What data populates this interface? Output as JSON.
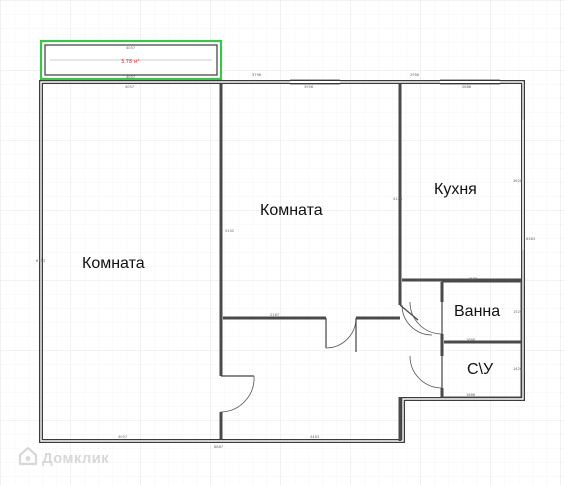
{
  "rooms": {
    "room_large": "Комната",
    "room_middle": "Комната",
    "kitchen": "Кухня",
    "bath": "Ванна",
    "wc": "С\\У"
  },
  "balcony": {
    "area": "3.78 м²"
  },
  "watermark": {
    "text": "Домклик",
    "icon": "house-logo-icon"
  },
  "colors": {
    "wall": "#3b3b3b",
    "grid": "#e6e6e6",
    "balcony_outline": "#3cc34a",
    "area_text": "#e0303a"
  }
}
